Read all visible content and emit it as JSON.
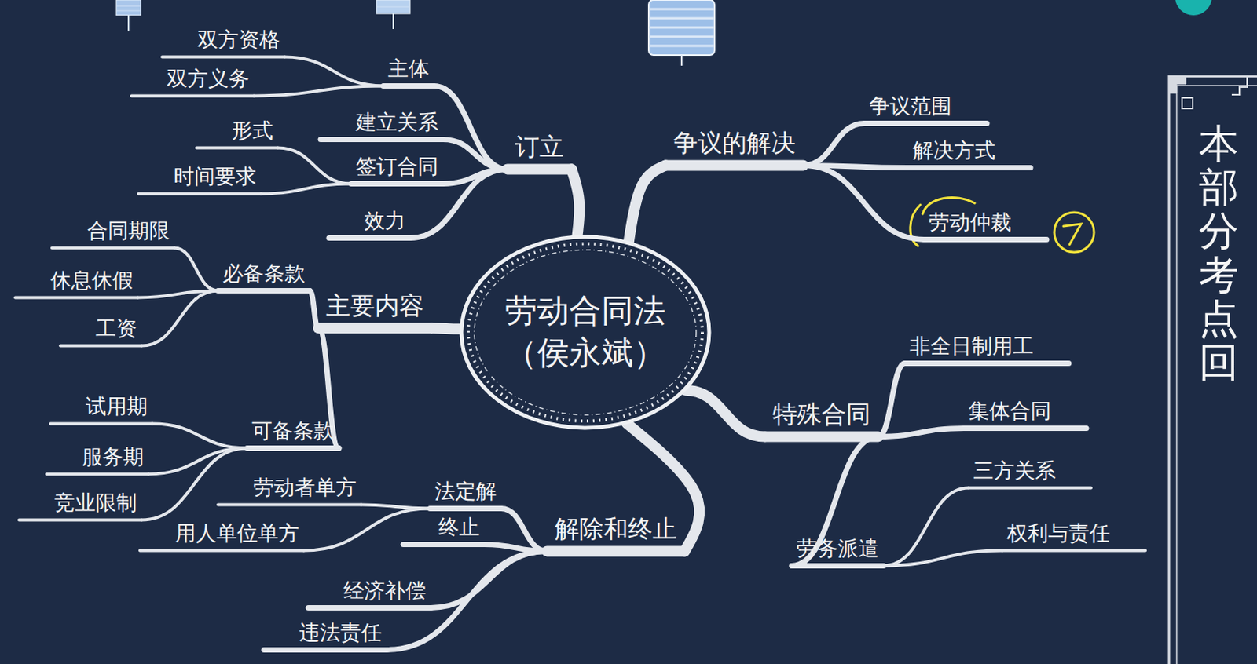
{
  "diagram": {
    "nodes": [
      {
        "text": [
          "劳动合同法 （侯永斌）"
        ]
      },
      {
        "text": [
          "订立"
        ]
      },
      {
        "text": [
          "主体"
        ]
      },
      {
        "text": [
          "双方资格"
        ]
      },
      {
        "text": [
          "双方义务"
        ]
      },
      {
        "text": [
          "建立关系"
        ]
      },
      {
        "text": [
          "签订合同"
        ]
      },
      {
        "text": [
          "形式"
        ]
      },
      {
        "text": [
          "时间要求"
        ]
      },
      {
        "text": [
          "效力"
        ]
      },
      {
        "text": [
          "主要内容"
        ]
      },
      {
        "text": [
          "必备条款"
        ]
      },
      {
        "text": [
          "合同期限"
        ]
      },
      {
        "text": [
          "休息休假"
        ]
      },
      {
        "text": [
          "工资"
        ]
      },
      {
        "text": [
          "可备条款"
        ]
      },
      {
        "text": [
          "试用期"
        ]
      },
      {
        "text": [
          "服务期"
        ]
      },
      {
        "text": [
          "竞业限制"
        ]
      },
      {
        "text": [
          "解除和终止"
        ]
      },
      {
        "text": [
          "法定解"
        ]
      },
      {
        "text": [
          "劳动者单方"
        ]
      },
      {
        "text": [
          "用人单位单方"
        ]
      },
      {
        "text": [
          "终止"
        ]
      },
      {
        "text": [
          "经济补偿"
        ]
      },
      {
        "text": [
          "违法责任"
        ]
      },
      {
        "text": [
          "特殊合同"
        ]
      },
      {
        "text": [
          "非全日制用工"
        ]
      },
      {
        "text": [
          "集体合同"
        ]
      },
      {
        "text": [
          "劳务派遣"
        ]
      },
      {
        "text": [
          "三方关系"
        ]
      },
      {
        "text": [
          "权利与责任"
        ]
      },
      {
        "text": [
          "争议的解决"
        ]
      },
      {
        "text": [
          "争议范围"
        ]
      },
      {
        "text": [
          "解决方式"
        ]
      },
      {
        "text": [
          "劳动仲裁"
        ]
      }
    ],
    "edges": [
      {
        "from": 0,
        "to": 1,
        "arrow": "none"
      },
      {
        "from": 1,
        "to": 2,
        "arrow": "none"
      },
      {
        "from": 2,
        "to": 3,
        "arrow": "none"
      },
      {
        "from": 2,
        "to": 4,
        "arrow": "none"
      },
      {
        "from": 1,
        "to": 5,
        "arrow": "none"
      },
      {
        "from": 1,
        "to": 6,
        "arrow": "none"
      },
      {
        "from": 6,
        "to": 7,
        "arrow": "none"
      },
      {
        "from": 6,
        "to": 8,
        "arrow": "none"
      },
      {
        "from": 1,
        "to": 9,
        "arrow": "none"
      },
      {
        "from": 0,
        "to": 10,
        "arrow": "none"
      },
      {
        "from": 10,
        "to": 11,
        "arrow": "none"
      },
      {
        "from": 11,
        "to": 12,
        "arrow": "none"
      },
      {
        "from": 11,
        "to": 13,
        "arrow": "none"
      },
      {
        "from": 11,
        "to": 14,
        "arrow": "none"
      },
      {
        "from": 10,
        "to": 15,
        "arrow": "none"
      },
      {
        "from": 15,
        "to": 16,
        "arrow": "none"
      },
      {
        "from": 15,
        "to": 17,
        "arrow": "none"
      },
      {
        "from": 15,
        "to": 18,
        "arrow": "none"
      },
      {
        "from": 0,
        "to": 19,
        "arrow": "none"
      },
      {
        "from": 19,
        "to": 20,
        "arrow": "none"
      },
      {
        "from": 20,
        "to": 21,
        "arrow": "none"
      },
      {
        "from": 20,
        "to": 22,
        "arrow": "none"
      },
      {
        "from": 19,
        "to": 23,
        "arrow": "none"
      },
      {
        "from": 19,
        "to": 24,
        "arrow": "none"
      },
      {
        "from": 19,
        "to": 25,
        "arrow": "none"
      },
      {
        "from": 0,
        "to": 26,
        "arrow": "none"
      },
      {
        "from": 26,
        "to": 27,
        "arrow": "none"
      },
      {
        "from": 26,
        "to": 28,
        "arrow": "none"
      },
      {
        "from": 26,
        "to": 29,
        "arrow": "none"
      },
      {
        "from": 29,
        "to": 30,
        "arrow": "none"
      },
      {
        "from": 29,
        "to": 31,
        "arrow": "none"
      },
      {
        "from": 0,
        "to": 32,
        "arrow": "none"
      },
      {
        "from": 32,
        "to": 33,
        "arrow": "none"
      },
      {
        "from": 32,
        "to": 34,
        "arrow": "none"
      },
      {
        "from": 32,
        "to": 35,
        "arrow": "none"
      }
    ],
    "labels": [
      "本部分考点回"
    ]
  }
}
